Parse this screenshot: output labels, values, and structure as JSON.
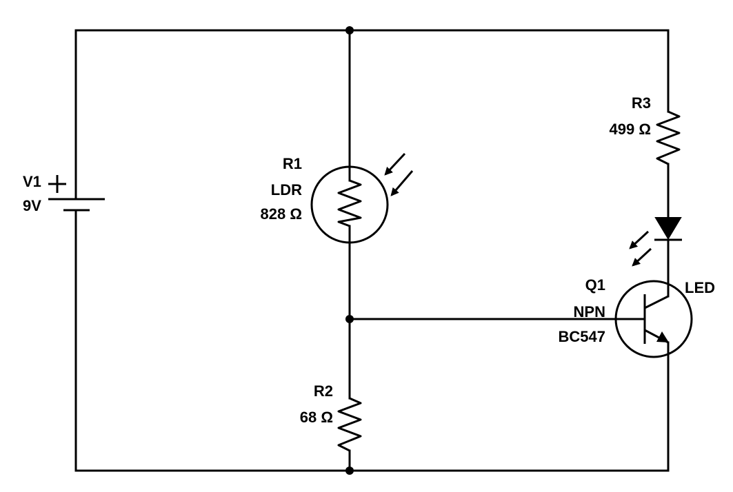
{
  "battery": {
    "ref": "V1",
    "value": "9V",
    "plus_symbol": "+"
  },
  "ldr": {
    "ref": "R1",
    "type": "LDR",
    "value": "828 Ω"
  },
  "r2": {
    "ref": "R2",
    "value": "68 Ω"
  },
  "r3": {
    "ref": "R3",
    "value": "499 Ω"
  },
  "led": {
    "label": "LED"
  },
  "transistor": {
    "ref": "Q1",
    "type": "NPN",
    "part": "BC547"
  },
  "colors": {
    "line": "#000000",
    "background": "#ffffff"
  }
}
